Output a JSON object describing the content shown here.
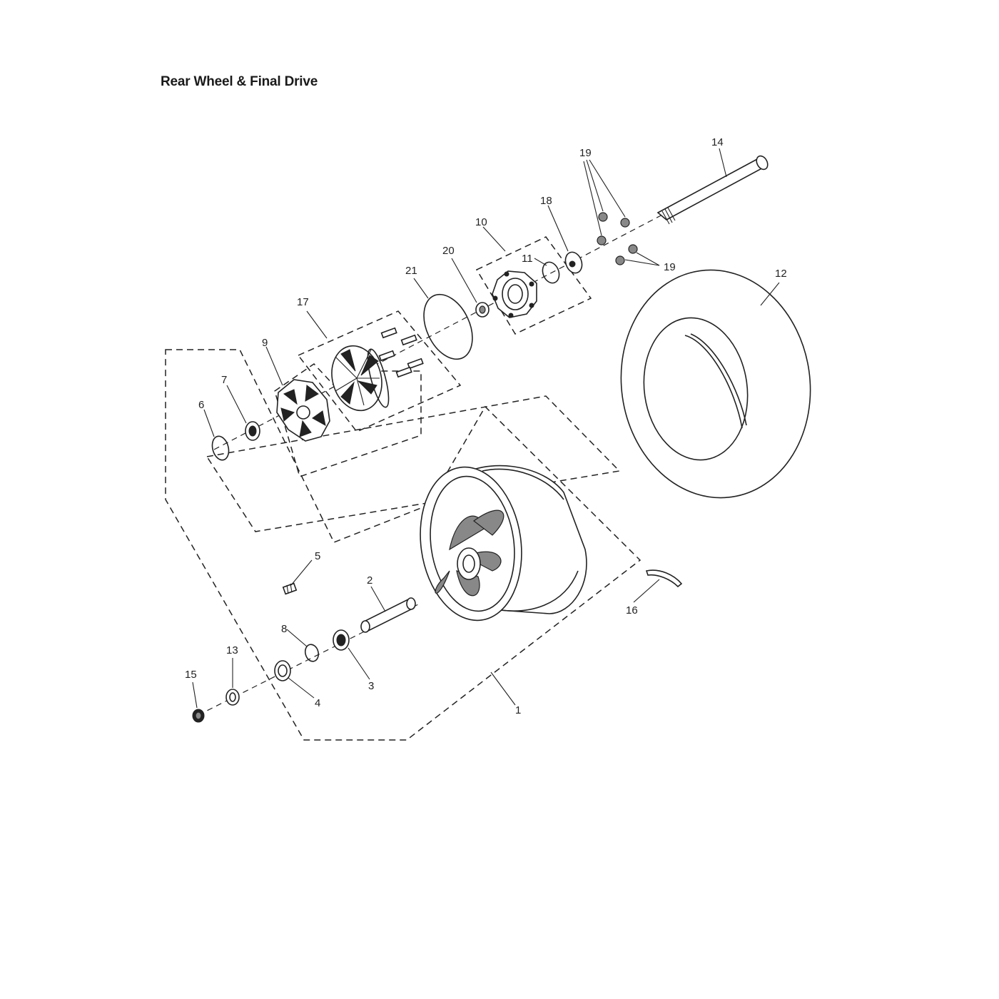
{
  "title": "Rear Wheel & Final Drive",
  "callouts": {
    "c1": "1",
    "c2": "2",
    "c3": "3",
    "c4": "4",
    "c5": "5",
    "c6": "6",
    "c7": "7",
    "c8": "8",
    "c9": "9",
    "c10": "10",
    "c11": "11",
    "c12": "12",
    "c13": "13",
    "c14": "14",
    "c15": "15",
    "c16": "16",
    "c17": "17",
    "c18": "18",
    "c19a": "19",
    "c19b": "19",
    "c20": "20",
    "c21": "21"
  }
}
